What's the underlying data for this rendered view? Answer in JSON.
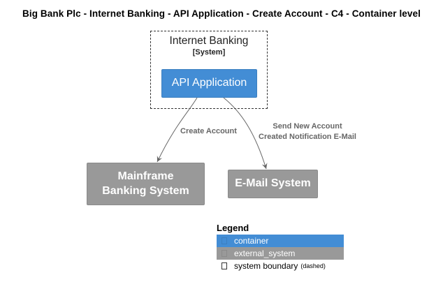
{
  "title": "Big Bank Plc - Internet Banking - API Application - Create Account - C4 - Container level",
  "boundary": {
    "label": "Internet Banking",
    "type": "[System]"
  },
  "nodes": {
    "api": {
      "label": "API Application",
      "kind": "container"
    },
    "mainframe": {
      "label": "Mainframe Banking System",
      "kind": "external_system"
    },
    "email": {
      "label": "E-Mail System",
      "kind": "external_system"
    }
  },
  "edges": [
    {
      "from": "api",
      "to": "mainframe",
      "label": "Create Account"
    },
    {
      "from": "api",
      "to": "email",
      "label_line1": "Send New Account",
      "label_line2": "Created Notification E-Mail"
    }
  ],
  "legend": {
    "title": "Legend",
    "items": [
      {
        "label": "container",
        "color": "#438dd5"
      },
      {
        "label": "external_system",
        "color": "#999999"
      },
      {
        "label": "system boundary",
        "note": "(dashed)"
      }
    ]
  },
  "colors": {
    "container": "#438dd5",
    "external_system": "#999999",
    "edge": "#666666"
  }
}
